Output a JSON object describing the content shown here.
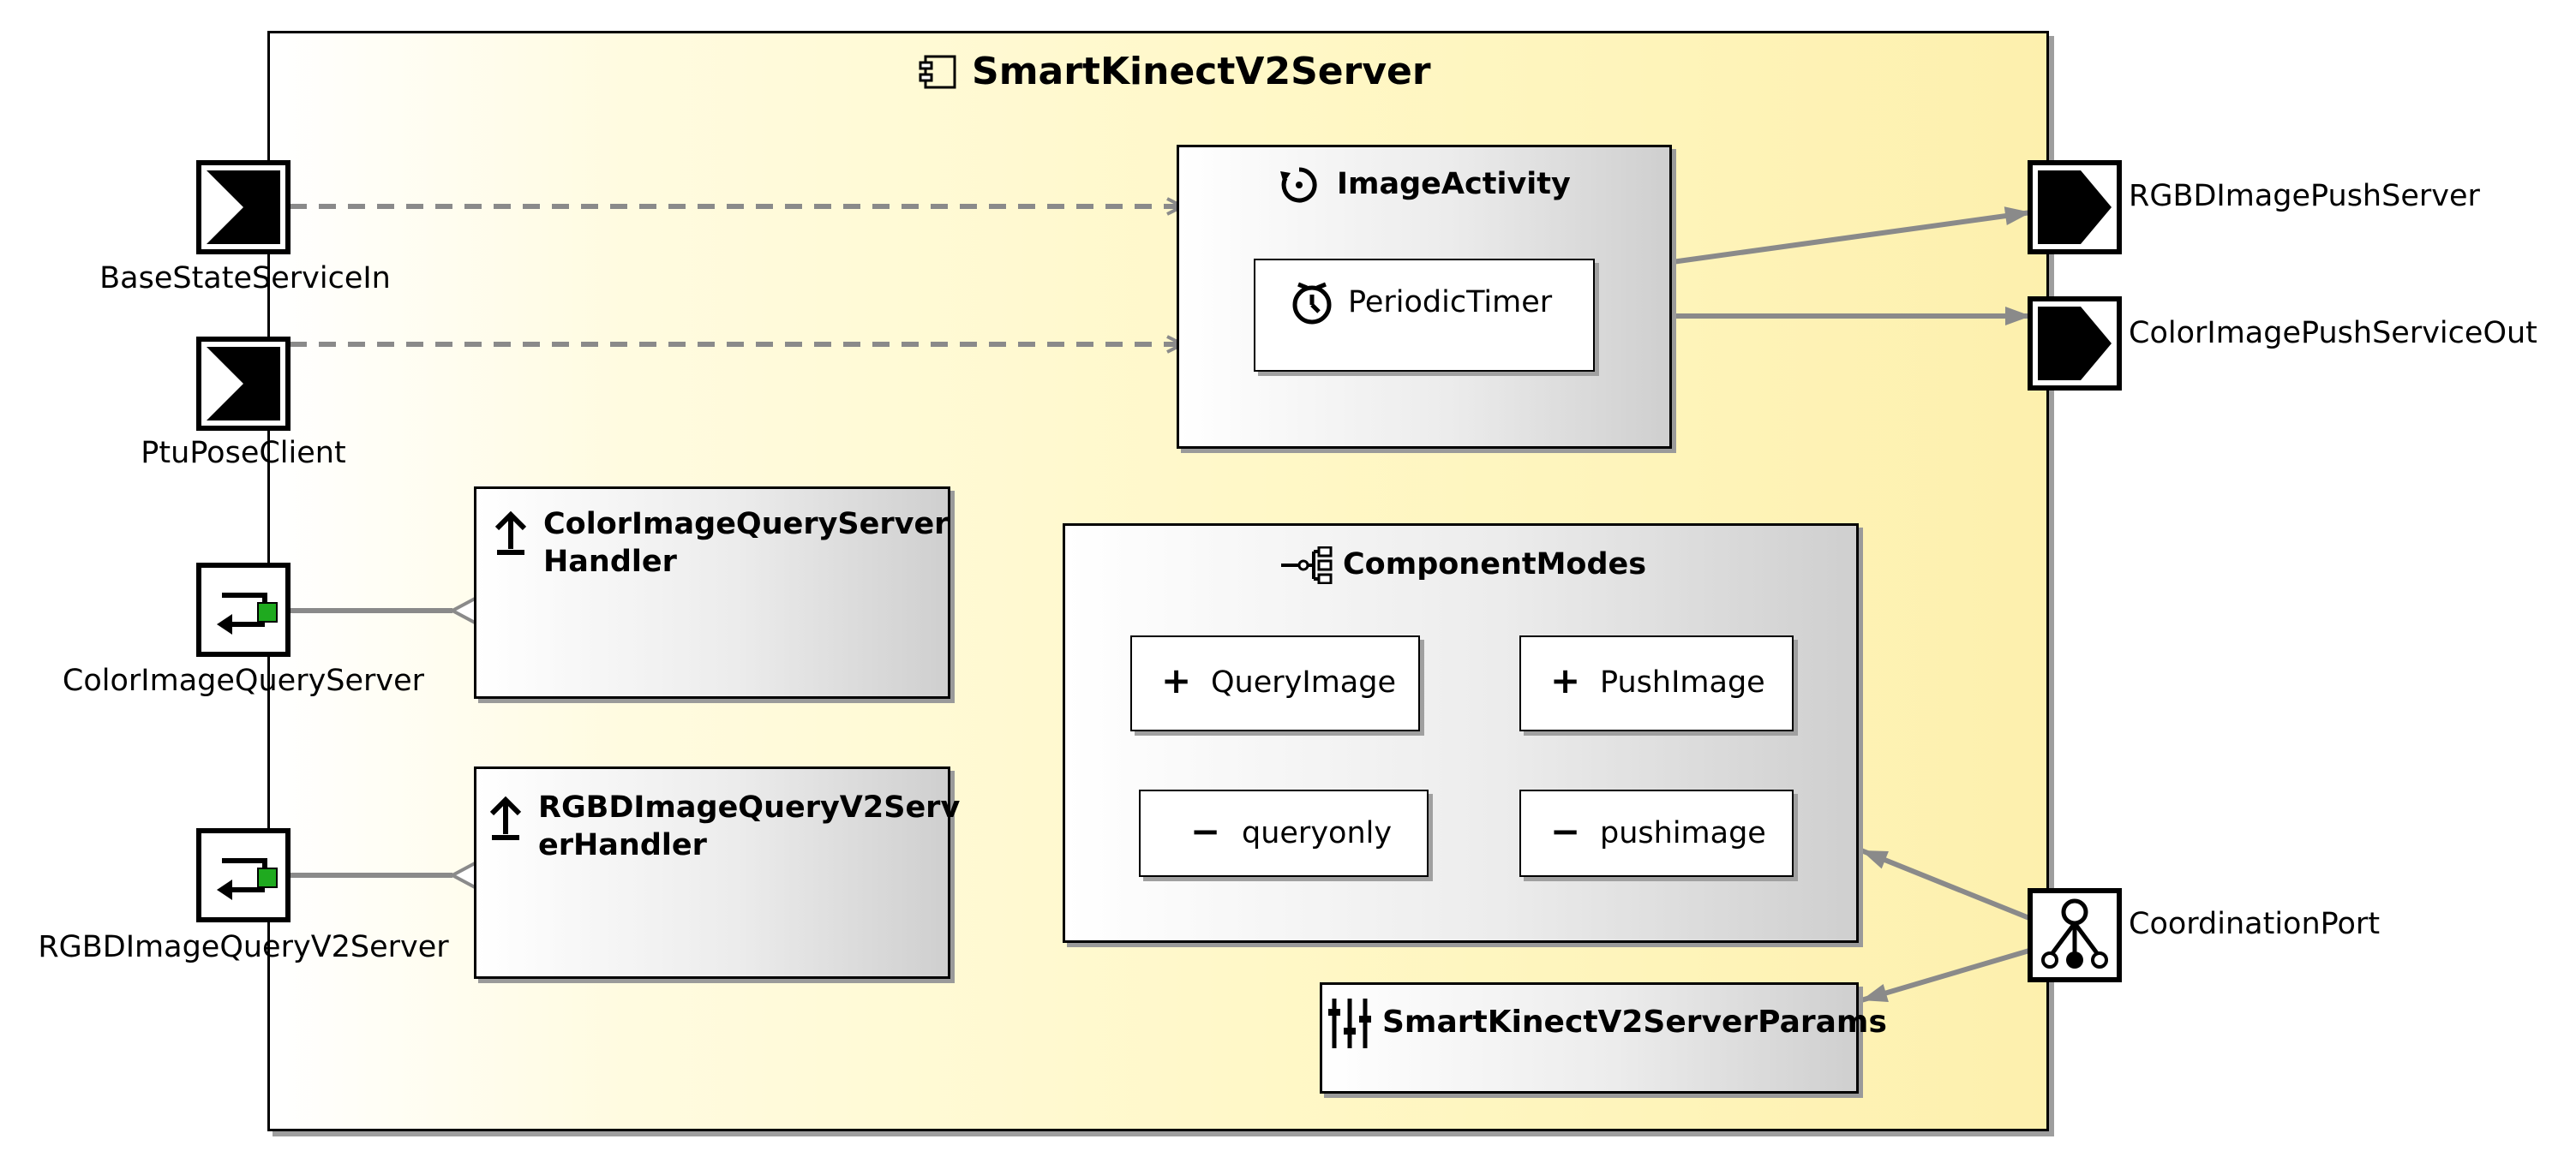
{
  "component": {
    "title": "SmartKinectV2Server",
    "icon": "component-icon"
  },
  "ports": {
    "in": [
      {
        "label": "BaseStateServiceIn",
        "icon": "input-port-icon"
      },
      {
        "label": "PtuPoseClient",
        "icon": "input-port-icon"
      }
    ],
    "query": [
      {
        "label": "ColorImageQueryServer",
        "icon": "query-server-icon"
      },
      {
        "label": "RGBDImageQueryV2Server",
        "icon": "query-server-icon"
      }
    ],
    "out": [
      {
        "label": "RGBDImagePushServer",
        "icon": "output-port-icon"
      },
      {
        "label": "ColorImagePushServiceOut",
        "icon": "output-port-icon"
      }
    ],
    "coordination": {
      "label": "CoordinationPort",
      "icon": "coordination-port-icon"
    }
  },
  "activity": {
    "title": "ImageActivity",
    "icon": "activity-icon",
    "timer": {
      "label": "PeriodicTimer",
      "icon": "timer-icon"
    }
  },
  "handlers": [
    {
      "line1": "ColorImageQueryServer",
      "line2": "Handler",
      "icon": "upload-arrow-icon"
    },
    {
      "line1": "RGBDImageQueryV2Serv",
      "line2": "erHandler",
      "icon": "upload-arrow-icon"
    }
  ],
  "modes": {
    "title": "ComponentModes",
    "icon": "state-machine-icon",
    "groups": [
      {
        "name": "QueryImage",
        "glyph": "+",
        "child": {
          "name": "queryonly",
          "glyph": "−"
        }
      },
      {
        "name": "PushImage",
        "glyph": "+",
        "child": {
          "name": "pushimage",
          "glyph": "−"
        }
      }
    ]
  },
  "params": {
    "title": "SmartKinectV2ServerParams",
    "icon": "parameters-sliders-icon"
  },
  "colors": {
    "border": "#000000",
    "connector": "#8a8a8a",
    "component_fill_start": "#ffffff",
    "component_fill_end": "#fdf0ad",
    "box_fill_end": "#cfcfcf",
    "port_accent": "#1faa1f"
  }
}
